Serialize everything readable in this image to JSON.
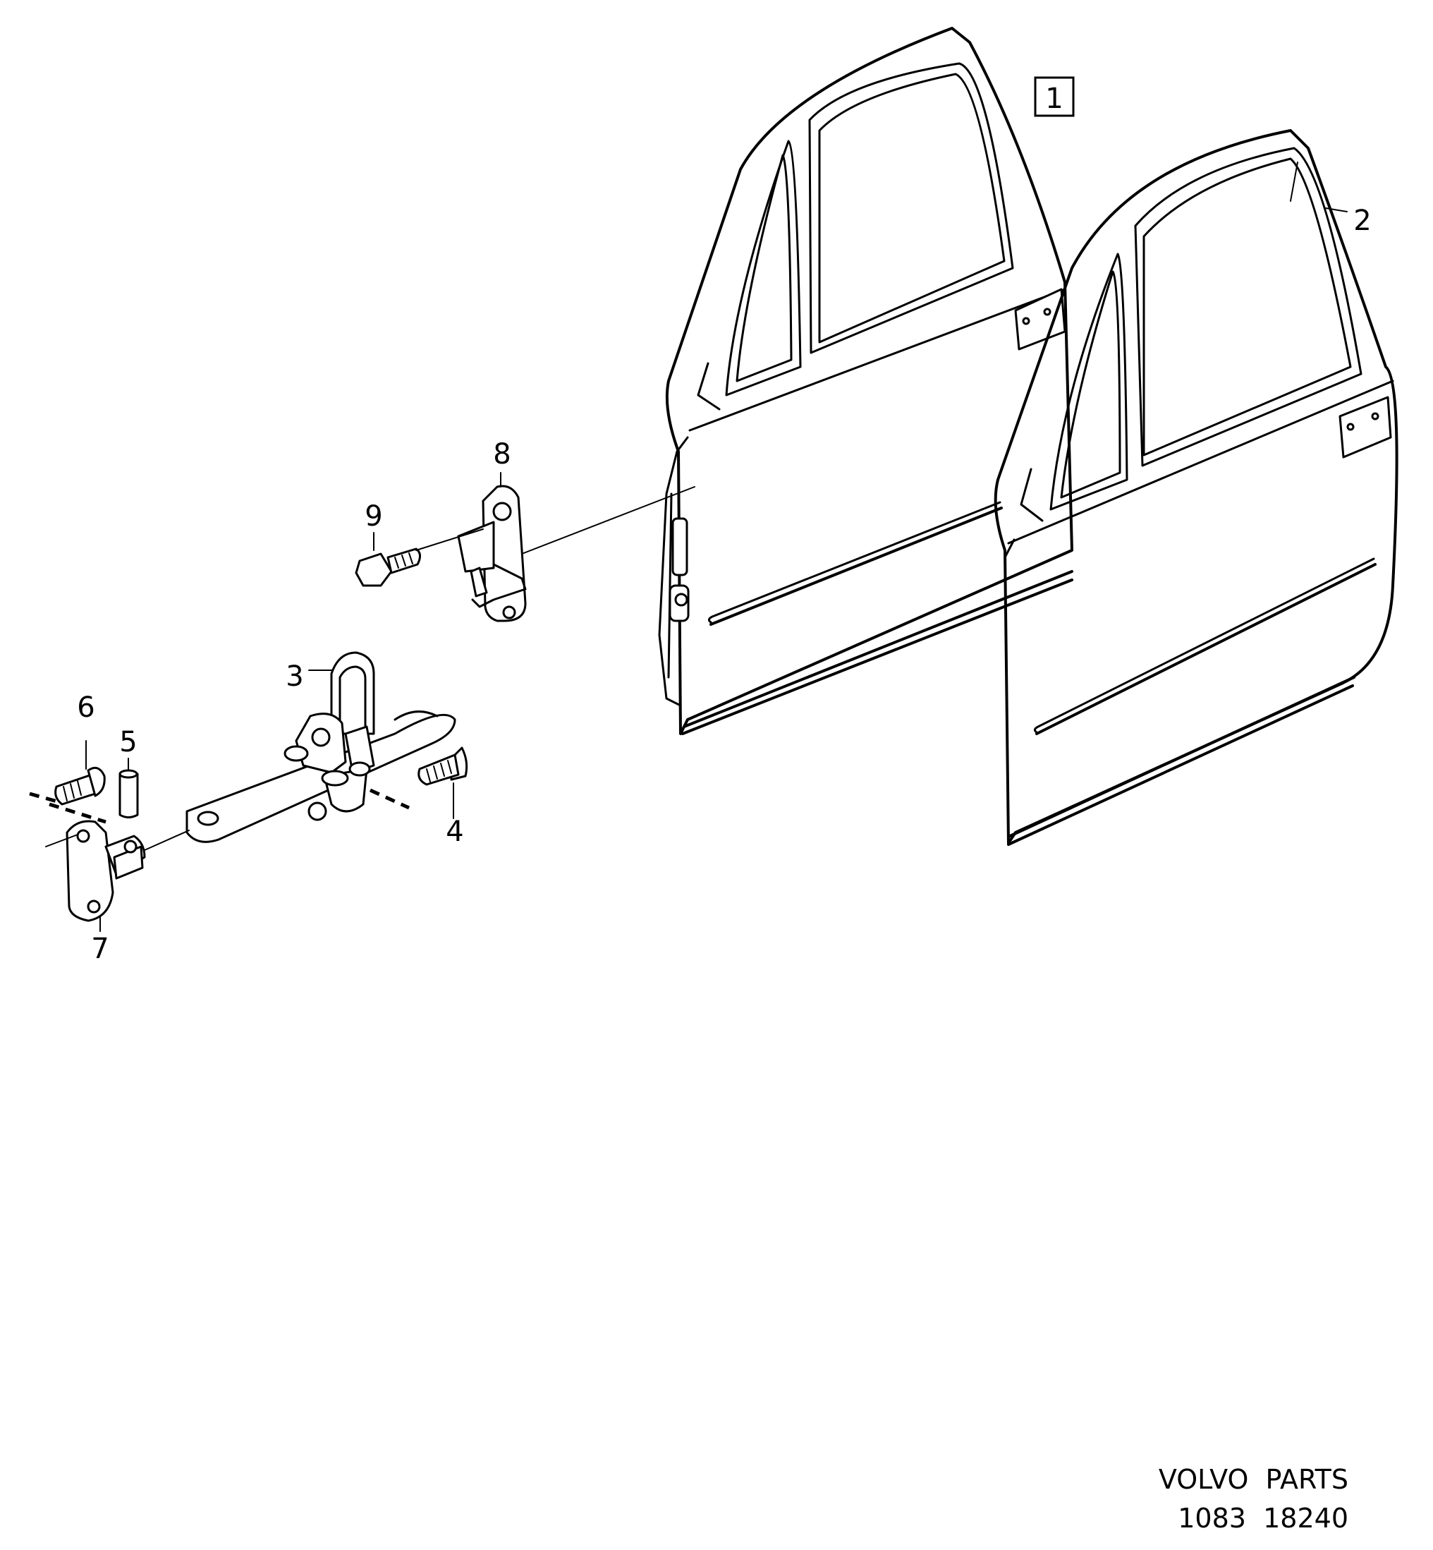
{
  "diagram": {
    "kit_label": "1",
    "callouts": {
      "p2": "2",
      "p3": "3",
      "p4": "4",
      "p5": "5",
      "p6": "6",
      "p7": "7",
      "p8": "8",
      "p9": "9"
    },
    "footer": {
      "brand": "VOLVO  PARTS",
      "code": "1083  18240"
    }
  }
}
